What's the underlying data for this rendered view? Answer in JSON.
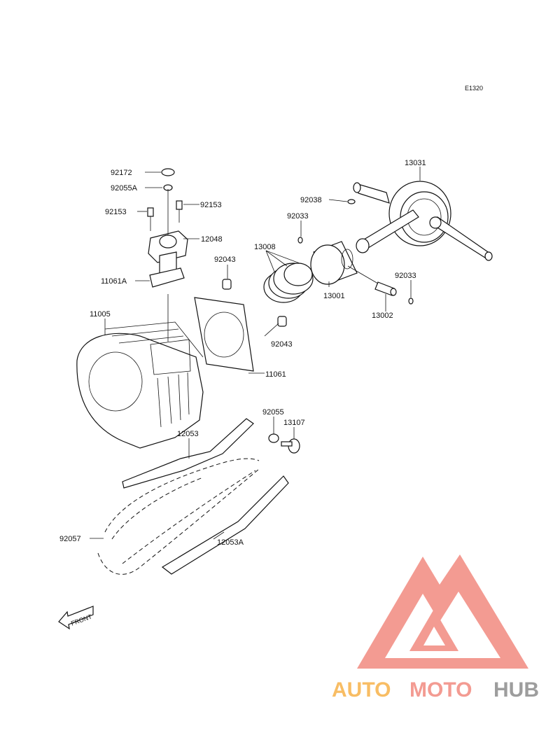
{
  "diagram_code": "E1320",
  "front_arrow_text": "FRONT",
  "brand": {
    "part1": "AUTO",
    "part2": "MOTO",
    "part3": "HUB",
    "color_orange": "#f7b24a",
    "color_pink": "#f28a80",
    "color_gray": "#8c8c8c"
  },
  "labels": {
    "p92172": "92172",
    "p92055A": "92055A",
    "p92153_left": "92153",
    "p92153_right": "92153",
    "p12048": "12048",
    "p11061A": "11061A",
    "p11005": "11005",
    "p92043_top": "92043",
    "p92043_bottom": "92043",
    "p11061": "11061",
    "p13008": "13008",
    "p92033_top": "92033",
    "p92038": "92038",
    "p13031": "13031",
    "p13001": "13001",
    "p92033_right": "92033",
    "p13002": "13002",
    "p92055": "92055",
    "p13107": "13107",
    "p12053": "12053",
    "p92057": "92057",
    "p12053A": "12053A"
  }
}
